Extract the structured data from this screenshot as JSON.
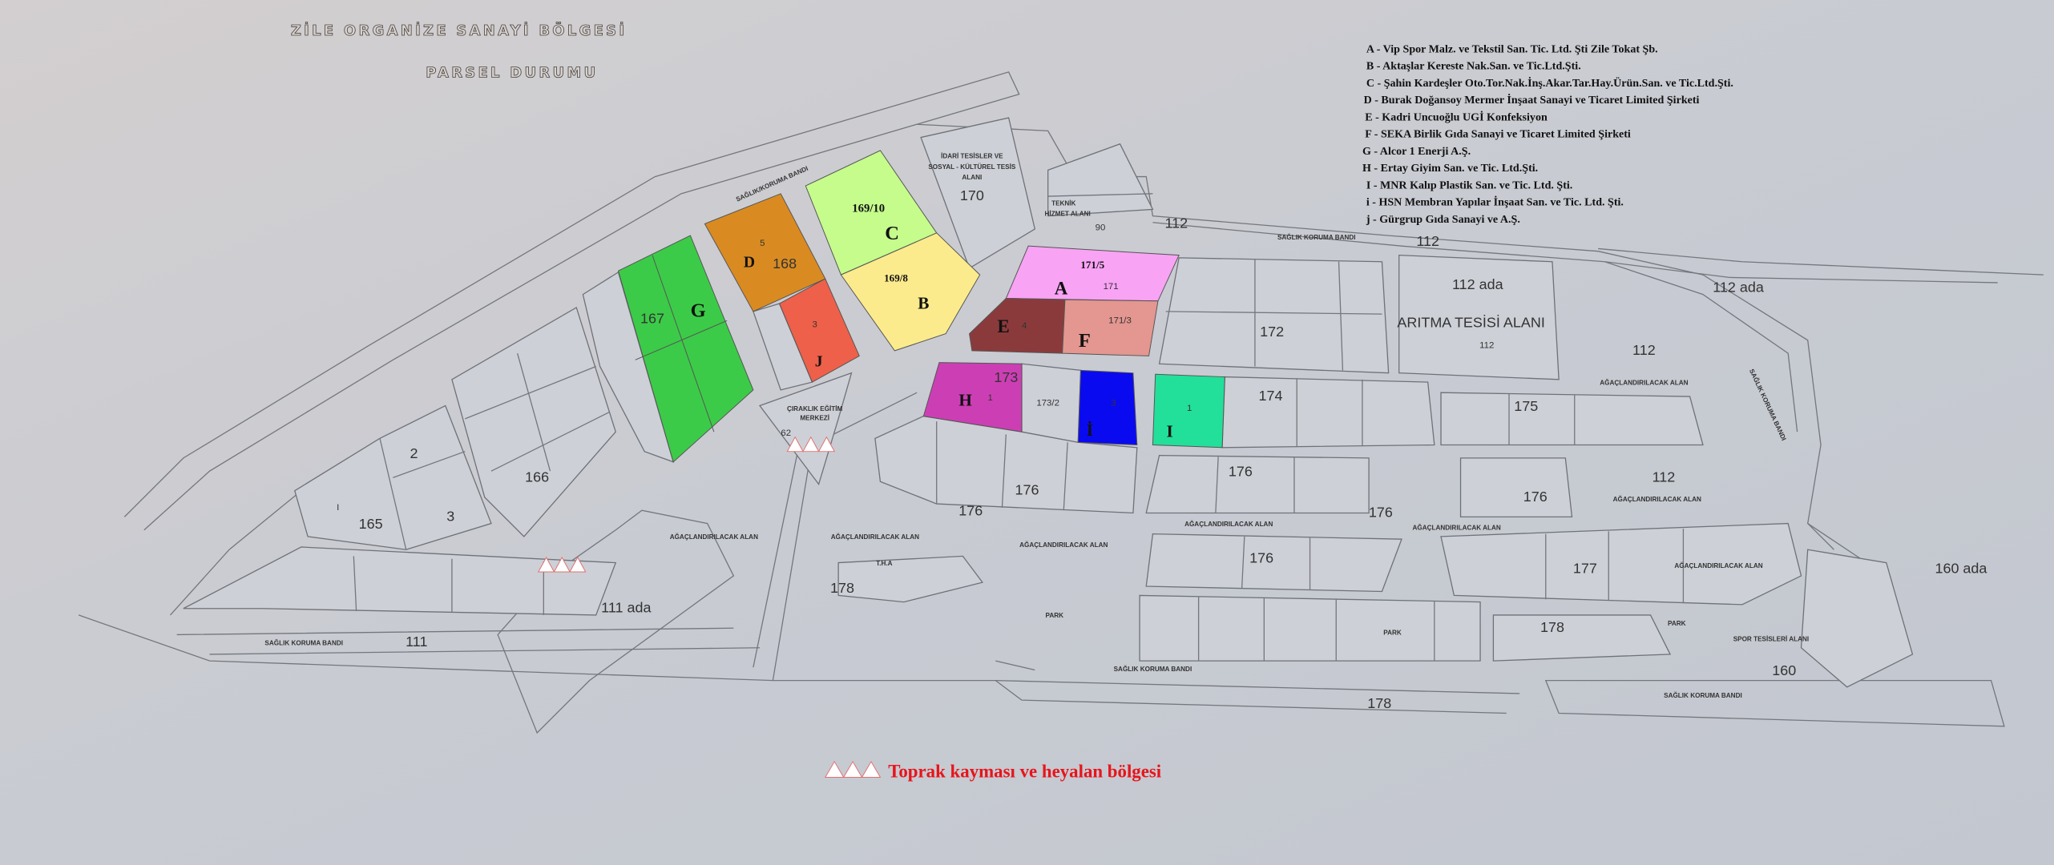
{
  "title": {
    "line1": "ZİLE ORGANİZE SANAYİ BÖLGESİ",
    "line2": "PARSEL DURUMU"
  },
  "legend": [
    {
      "key": "A",
      "text": "A - Vip Spor Malz. ve Tekstil San. Tic. Ltd. Şti Zile Tokat Şb.",
      "color": "#f9a3f5"
    },
    {
      "key": "B",
      "text": "B - Aktaşlar Kereste Nak.San. ve Tic.Ltd.Şti.",
      "color": "#fbeb8c"
    },
    {
      "key": "C",
      "text": "C - Şahin Kardeşler Oto.Tor.Nak.İnş.Akar.Tar.Hay.Ürün.San. ve Tic.Ltd.Şti.",
      "color": "#c5fc8c"
    },
    {
      "key": "D",
      "text": "D - Burak Doğansoy Mermer İnşaat Sanayi ve Ticaret Limited Şirketi",
      "color": "#d98b21"
    },
    {
      "key": "E",
      "text": "E - Kadri Uncuoğlu UGİ Konfeksiyon",
      "color": "#8b3a3c"
    },
    {
      "key": "F",
      "text": "F - SEKA Birlik Gıda Sanayi ve Ticaret Limited Şirketi",
      "color": "#e49690"
    },
    {
      "key": "G",
      "text": "G - Alcor 1 Enerji A.Ş.",
      "color": "#3ccb48"
    },
    {
      "key": "H",
      "text": "H - Ertay Giyim San. ve Tic. Ltd.Şti.",
      "color": "#cc3fb4"
    },
    {
      "key": "I",
      "text": "I - MNR Kalıp Plastik San. ve Tic. Ltd. Şti.",
      "color": "#22e09a"
    },
    {
      "key": "i",
      "text": "i - HSN Membran Yapılar İnşaat San. ve Tic. Ltd. Şti.",
      "color": "#0a0af0"
    },
    {
      "key": "j",
      "text": "j - Gürgrup Gıda Sanayi ve A.Ş.",
      "color": "#ee604a"
    }
  ],
  "parcels": {
    "A": {
      "letter": "A",
      "no": "171/5",
      "block": "171"
    },
    "B": {
      "letter": "B",
      "no": "169/8"
    },
    "C": {
      "letter": "C",
      "no": "169/10"
    },
    "D": {
      "letter": "D",
      "no": "168",
      "sub": "5"
    },
    "E": {
      "letter": "E",
      "sub": "4"
    },
    "F": {
      "letter": "F",
      "no": "171/3"
    },
    "G": {
      "letter": "G",
      "no": "167"
    },
    "H": {
      "letter": "H",
      "no": "173",
      "sub": "1"
    },
    "I": {
      "letter": "I",
      "sub": "1"
    },
    "i": {
      "letter": "İ",
      "sub": "3"
    },
    "J": {
      "letter": "J",
      "sub": "3"
    }
  },
  "map_labels": {
    "band_rotated": "SAĞLIK/KORUMA BANDI",
    "band": "SAĞLIK KORUMA BANDI",
    "admin": [
      "İDARİ TESİSLER VE",
      "SOSYAL - KÜLTÜREL TESİS",
      "ALANI",
      "170"
    ],
    "technical": [
      "TEKNİK",
      "HİZMET ALANI",
      "90"
    ],
    "apprentice": [
      "ÇIRAKLIK EĞİTİM",
      "MERKEZİ",
      "62"
    ],
    "treatment": "ARITMA TESİSİ ALANI",
    "afforest": "AĞAÇLANDIRILACAK ALAN",
    "park": "PARK",
    "sport": "SPOR TESİSLERİ ALANI",
    "tha": "T.H.A",
    "blocks": {
      "b112": "112",
      "b112ada": "112 ada",
      "b111ada": "111 ada",
      "b111": "111",
      "b160ada": "160 ada",
      "b160": "160",
      "b165": "165",
      "b166": "166",
      "b172": "172",
      "b174": "174",
      "b175": "175",
      "b176": "176",
      "b177": "177",
      "b178": "178",
      "b173_2": "173/2",
      "b2": "2",
      "b3": "3",
      "bI": "I"
    }
  },
  "hazard_legend": {
    "text": "Toprak kayması ve heyalan bölgesi",
    "color": "#e8141b"
  }
}
